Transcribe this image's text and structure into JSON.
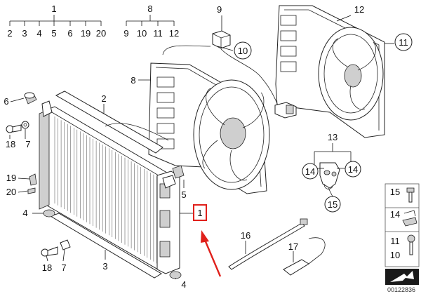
{
  "tree_left": {
    "root": "1",
    "children": [
      "2",
      "3",
      "4",
      "5",
      "6",
      "19",
      "20"
    ]
  },
  "tree_mid": {
    "root": "8",
    "children": [
      "9",
      "10",
      "11",
      "12"
    ]
  },
  "callouts": {
    "c9": "9",
    "c10": "10",
    "c12": "12",
    "c11": "11",
    "c8": "8",
    "c6": "6",
    "c2": "2",
    "c18a": "18",
    "c7a": "7",
    "c19": "19",
    "c20": "20",
    "c5": "5",
    "c4": "4",
    "c1": "1",
    "c13": "13",
    "c14a": "14",
    "c14b": "14",
    "c15": "15",
    "c16": "16",
    "c17": "17",
    "c18b": "18",
    "c7b": "7",
    "c3": "3",
    "c4b": "4"
  },
  "legend": {
    "a": "15",
    "b": "14",
    "c": "11",
    "d": "10"
  },
  "catalog_number": "00122836",
  "colors": {
    "highlight": "#e0201b",
    "line": "#111111"
  }
}
